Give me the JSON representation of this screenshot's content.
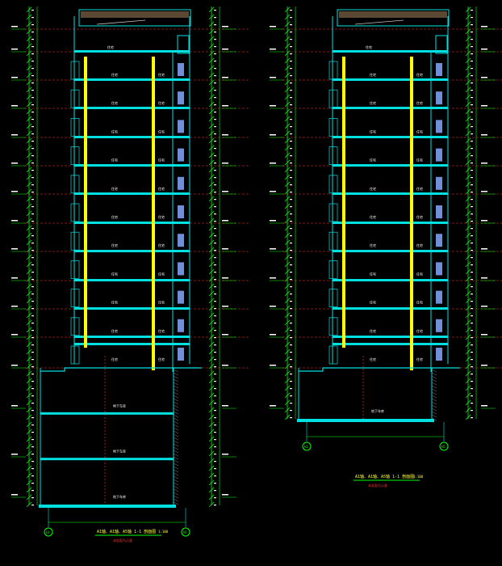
{
  "colors": {
    "background": "#000000",
    "dimension": "#00ff00",
    "structure": "#00e0e0",
    "floor_line": "#ff3030",
    "column_fill": "#ffff00",
    "text": "#ffffff",
    "title_text": "#ffff40",
    "subtitle_text": "#ff3030",
    "window": "#6f8fd8",
    "roof": "#c8a070"
  },
  "drawings": [
    {
      "id": "left",
      "title": "A1轴、A1轴、A5轴 1-1 剖面图",
      "scale": "1:100",
      "subtitle": "本剖面为示意",
      "room_label": "住宅",
      "basement_labels": [
        "地下车库",
        "地下车库",
        "地下车库"
      ],
      "axis_labels": [
        "A1",
        "A5"
      ]
    },
    {
      "id": "right",
      "title": "A1轴、A1轴、A5轴 1-1 剖面图",
      "scale": "1:100",
      "subtitle": "本剖面为示意",
      "room_label": "住宅",
      "basement_labels": [
        "地下车库"
      ],
      "axis_labels": [
        "A1",
        "A5"
      ]
    }
  ]
}
